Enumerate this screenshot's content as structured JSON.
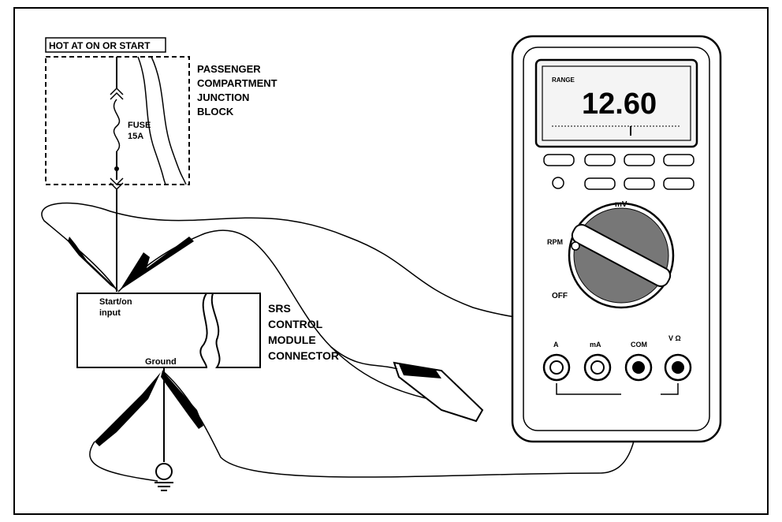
{
  "header_tag": "HOT AT ON OR START",
  "junction_block": [
    "PASSENGER",
    "COMPARTMENT",
    "JUNCTION",
    "BLOCK"
  ],
  "fuse": [
    "FUSE",
    "15A"
  ],
  "connector_pins": {
    "start_run": [
      "Start/on",
      "input"
    ],
    "ground": "Ground"
  },
  "module": [
    "SRS",
    "CONTROL",
    "MODULE",
    "CONNECTOR"
  ],
  "meter": {
    "display_value": "12.60",
    "range_label": "RANGE",
    "dial_labels": {
      "off": "OFF",
      "top": "mV",
      "left_upper": "RPM"
    },
    "jacks": [
      "A",
      "mA",
      "COM",
      "V Ω"
    ]
  },
  "colors": {
    "ink": "#000000",
    "paper": "#ffffff",
    "lcd": "#f4f4f4"
  }
}
